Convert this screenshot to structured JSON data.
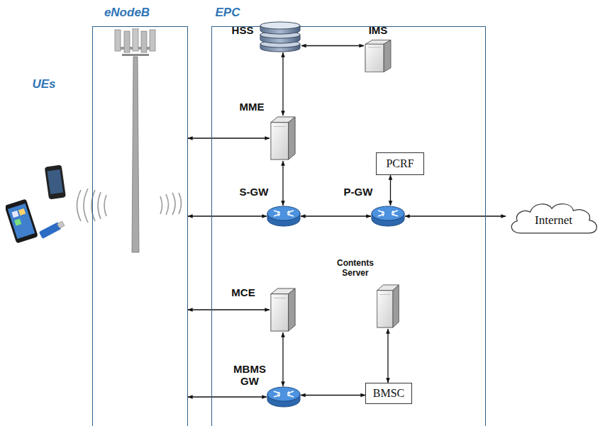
{
  "diagram": {
    "nodes": [
      {
        "text": [
          "UEs"
        ]
      },
      {
        "text": [
          "eNodeB"
        ]
      },
      {
        "text": [
          "EPC"
        ]
      },
      {
        "text": [
          "HSS"
        ],
        "in": 2
      },
      {
        "text": [
          "IMS"
        ],
        "in": 2
      },
      {
        "text": [
          "MME"
        ],
        "in": 2
      },
      {
        "text": [
          "PCRF"
        ],
        "in": 2
      },
      {
        "text": [
          "S-GW"
        ],
        "in": 2
      },
      {
        "text": [
          "P-GW"
        ],
        "in": 2
      },
      {
        "text": [
          "MCE"
        ],
        "in": 2
      },
      {
        "text": [
          "Contents Server"
        ],
        "in": 2
      },
      {
        "text": [
          "MBMS GW"
        ],
        "in": 2
      },
      {
        "text": [
          "BMSC"
        ],
        "in": 2
      },
      {
        "text": [
          "Internet"
        ]
      }
    ],
    "edges": [
      {
        "from": 3,
        "to": 4,
        "arrow": "both"
      },
      {
        "from": 3,
        "to": 5,
        "arrow": "both"
      },
      {
        "from": 1,
        "to": 5,
        "arrow": "both"
      },
      {
        "from": 5,
        "to": 7,
        "arrow": "both"
      },
      {
        "from": 1,
        "to": 7,
        "arrow": "both"
      },
      {
        "from": 7,
        "to": 8,
        "arrow": "both"
      },
      {
        "from": 6,
        "to": 8,
        "arrow": "both"
      },
      {
        "from": 8,
        "to": 13,
        "arrow": "both"
      },
      {
        "from": 1,
        "to": 9,
        "arrow": "both"
      },
      {
        "from": 9,
        "to": 11,
        "arrow": "both"
      },
      {
        "from": 1,
        "to": 11,
        "arrow": "both"
      },
      {
        "from": 11,
        "to": 12,
        "arrow": "both"
      },
      {
        "from": 10,
        "to": 12,
        "arrow": "both"
      }
    ]
  }
}
